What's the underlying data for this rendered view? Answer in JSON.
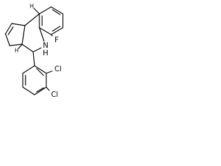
{
  "molecule": {
    "atoms": {
      "fluorine": "F",
      "amine_nh": "N",
      "amine_h": "H",
      "chlorine_1": "Cl",
      "chlorine_2": "Cl",
      "stereo_h_top": "H",
      "stereo_h_middle": "H"
    },
    "colors": {
      "bond": "#000000",
      "label": "#000000",
      "background": "#ffffff"
    }
  }
}
